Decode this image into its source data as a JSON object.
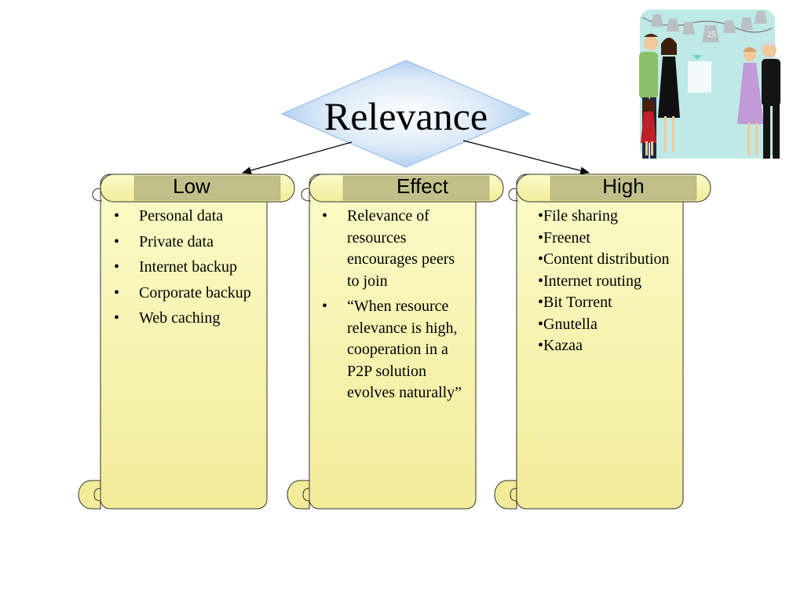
{
  "slide": {
    "title": "Relevance",
    "slide_number": "25",
    "colors": {
      "scroll_fill_top": "#fbfbc4",
      "scroll_fill_bottom": "#f2ec9a",
      "header_band": "#c2c08a",
      "diamond_edge": "#8fb8e6",
      "diamond_center": "#ffffff"
    }
  },
  "columns": [
    {
      "header": "Low",
      "style": "bullet",
      "items": [
        "Personal data",
        "Private data",
        "Internet backup",
        "Corporate backup",
        "Web caching"
      ]
    },
    {
      "header": "Effect",
      "style": "bullet",
      "items": [
        "Relevance of resources encourages peers to join",
        "“When resource relevance is high, cooperation in a P2P solution evolves naturally”"
      ]
    },
    {
      "header": "High",
      "style": "inline-bullet",
      "items": [
        "•File sharing",
        "•Freenet",
        "•Content distribution",
        "•Internet routing",
        "•Bit Torrent",
        "•Gnutella",
        "•Kazaa"
      ]
    }
  ],
  "clipart": {
    "icon": "wedding-family-clipart"
  }
}
